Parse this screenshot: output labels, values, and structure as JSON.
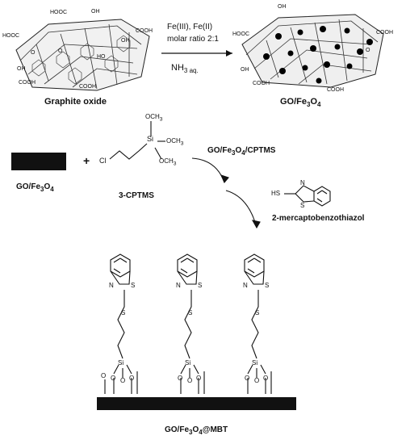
{
  "top": {
    "left_label": "Graphite oxide",
    "right_label_main": "GO/Fe",
    "right_label_sub1": "3",
    "right_label_mid": "O",
    "right_label_sub2": "4",
    "reagents_line1": "Fe(III), Fe(II)",
    "reagents_line2": "molar ratio 2:1",
    "nh3_main": "NH",
    "nh3_sub": "3 aq."
  },
  "go_groups": {
    "cooh": "COOH",
    "hooc": "HOOC",
    "oh": "OH",
    "ho": "HO",
    "o": "O"
  },
  "middle": {
    "go_fe3o4_main": "GO/Fe",
    "go_fe3o4_sub1": "3",
    "go_fe3o4_mid": "O",
    "go_fe3o4_sub2": "4",
    "cptms_label": "3-CPTMS",
    "intermediate_main": "GO/Fe",
    "intermediate_sub1": "3",
    "intermediate_mid": "O",
    "intermediate_sub2": "4",
    "intermediate_tail": "/CPTMS",
    "mbt_label": "2-mercaptobenzothiazol",
    "plus": "+",
    "cl": "Cl",
    "si": "Si",
    "och3_a": "OCH",
    "och3_b": "OCH",
    "och3_c": "OCH",
    "sub3": "3",
    "hs": "HS",
    "n": "N",
    "s": "S"
  },
  "bottom": {
    "final_main": "GO/Fe",
    "final_sub1": "3",
    "final_mid": "O",
    "final_sub2": "4",
    "final_tail": "@MBT",
    "n": "N",
    "s": "S",
    "si": "Si",
    "o": "O"
  }
}
